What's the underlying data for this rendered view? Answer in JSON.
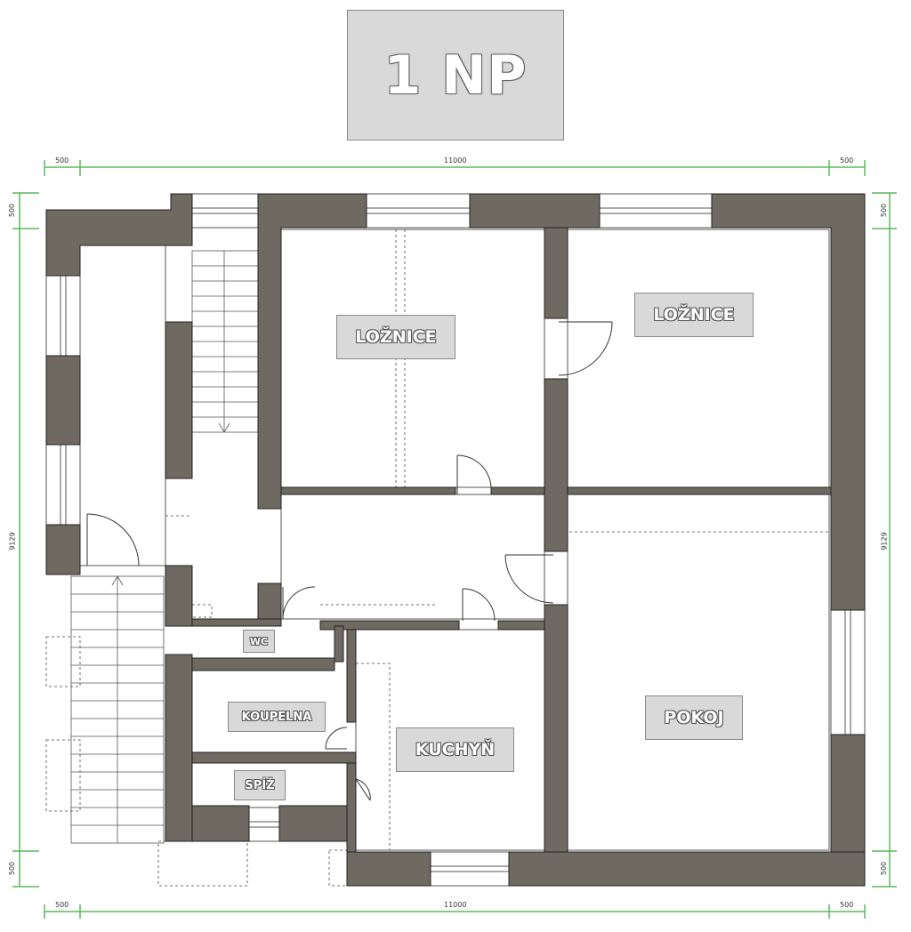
{
  "title": "1 NP",
  "rooms": {
    "loznice_left": "LOŽNICE",
    "loznice_right": "LOŽNICE",
    "pokoj": "POKOJ",
    "kuchyn": "KUCHYŇ",
    "koupelna": "KOUPELNA",
    "wc": "WC",
    "spiz": "SPÍŽ"
  },
  "dimensions": {
    "top_left": "500",
    "top_total": "11000",
    "top_right": "500",
    "bottom_left": "500",
    "bottom_total": "11000",
    "bottom_right": "500",
    "left_top": "500",
    "left_total": "9129",
    "left_bottom": "500",
    "right_top": "500",
    "right_total": "9129",
    "right_bottom": "500"
  },
  "colors": {
    "wall": "#6e6961",
    "dimension_line": "#5cb85c",
    "label_bg": "#d9d9d9"
  }
}
